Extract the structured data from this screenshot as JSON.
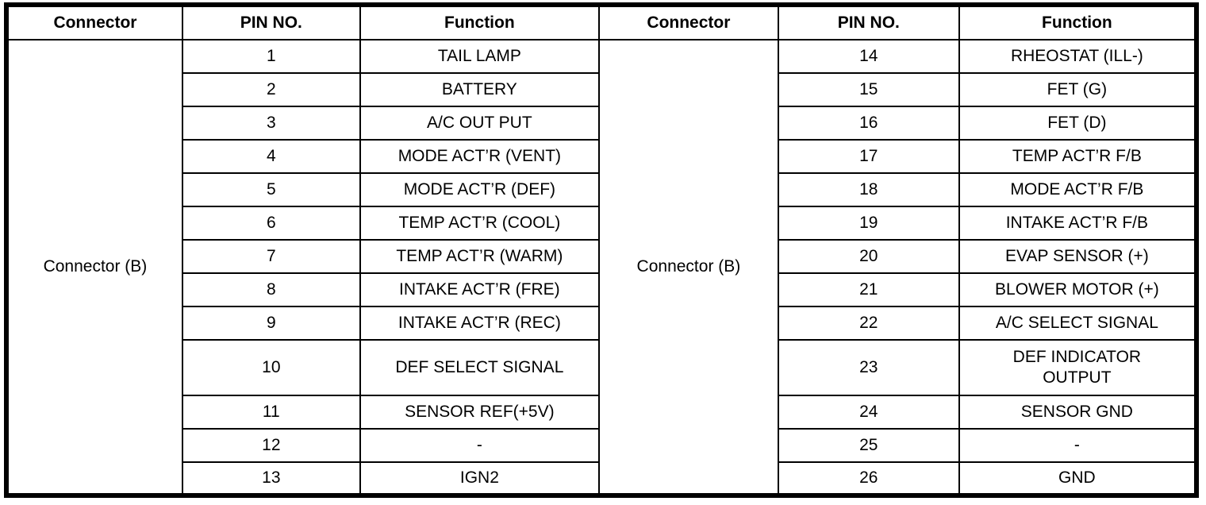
{
  "table": {
    "headers": [
      "Connector",
      "PIN NO.",
      "Function",
      "Connector",
      "PIN NO.",
      "Function"
    ],
    "left_connector_label": "Connector (B)",
    "right_connector_label": "Connector (B)",
    "rows": [
      {
        "left": {
          "pin": "1",
          "function": "TAIL LAMP"
        },
        "right": {
          "pin": "14",
          "function": "RHEOSTAT (ILL-)"
        }
      },
      {
        "left": {
          "pin": "2",
          "function": "BATTERY"
        },
        "right": {
          "pin": "15",
          "function": "FET (G)"
        }
      },
      {
        "left": {
          "pin": "3",
          "function": "A/C OUT PUT"
        },
        "right": {
          "pin": "16",
          "function": "FET (D)"
        }
      },
      {
        "left": {
          "pin": "4",
          "function": "MODE ACT’R (VENT)"
        },
        "right": {
          "pin": "17",
          "function": "TEMP ACT’R F/B"
        }
      },
      {
        "left": {
          "pin": "5",
          "function": "MODE ACT’R (DEF)"
        },
        "right": {
          "pin": "18",
          "function": "MODE ACT’R F/B"
        }
      },
      {
        "left": {
          "pin": "6",
          "function": "TEMP ACT’R (COOL)"
        },
        "right": {
          "pin": "19",
          "function": "INTAKE ACT’R F/B"
        }
      },
      {
        "left": {
          "pin": "7",
          "function": "TEMP ACT’R (WARM)"
        },
        "right": {
          "pin": "20",
          "function": "EVAP SENSOR (+)"
        }
      },
      {
        "left": {
          "pin": "8",
          "function": "INTAKE ACT’R (FRE)"
        },
        "right": {
          "pin": "21",
          "function": "BLOWER MOTOR (+)"
        }
      },
      {
        "left": {
          "pin": "9",
          "function": "INTAKE ACT’R (REC)"
        },
        "right": {
          "pin": "22",
          "function": "A/C SELECT SIGNAL"
        }
      },
      {
        "left": {
          "pin": "10",
          "function": "DEF SELECT SIGNAL"
        },
        "right": {
          "pin": "23",
          "function": "DEF INDICATOR OUTPUT"
        }
      },
      {
        "left": {
          "pin": "11",
          "function": "SENSOR REF(+5V)"
        },
        "right": {
          "pin": "24",
          "function": "SENSOR GND"
        }
      },
      {
        "left": {
          "pin": "12",
          "function": "-"
        },
        "right": {
          "pin": "25",
          "function": "-"
        }
      },
      {
        "left": {
          "pin": "13",
          "function": "IGN2"
        },
        "right": {
          "pin": "26",
          "function": "GND"
        }
      }
    ]
  },
  "colors": {
    "border": "#000000",
    "background": "#ffffff",
    "text": "#000000"
  }
}
